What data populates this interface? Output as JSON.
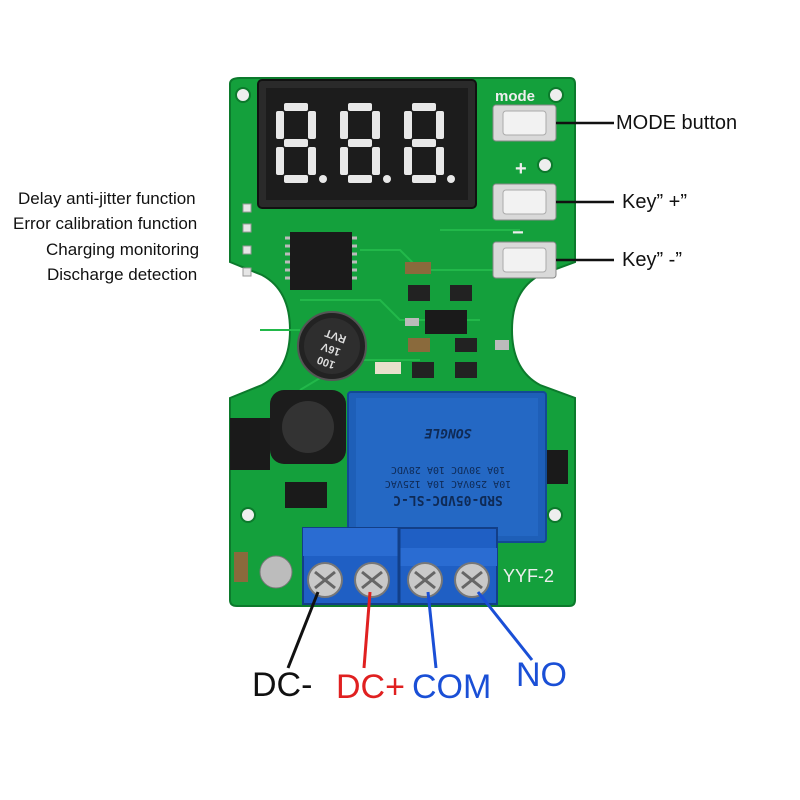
{
  "board": {
    "display_digits": [
      "8.",
      "8.",
      "8."
    ],
    "mode_silk": "mode",
    "plus_silk": "+",
    "minus_silk": "−",
    "model_silk": "YYF-2",
    "capacitor_text": [
      "100",
      "16V",
      "RVT"
    ],
    "relay_lines": [
      "SRD-05VDC-SL-C",
      "10A 250VAC 10A 125VAC",
      "10A 30VDC 10A 28VDC",
      "SONGLE"
    ]
  },
  "labels": {
    "left_functions": [
      "Delay anti-jitter function",
      "Error calibration function",
      "Charging monitoring",
      "Discharge detection"
    ],
    "mode_button": "MODE button",
    "key_plus": "Key”  +”",
    "key_minus": "Key”  -”"
  },
  "terminals": [
    {
      "label": "DC-",
      "color": "#111111"
    },
    {
      "label": "DC+",
      "color": "#e02020"
    },
    {
      "label": "COM",
      "color": "#1a4fd6"
    },
    {
      "label": "NO",
      "color": "#1a4fd6"
    }
  ],
  "colors": {
    "pcb": "#14a03c",
    "display": "#2a2a2a",
    "relay": "#1e5fb8",
    "terminal_block": "#1f5fc4",
    "segment_on": "#e8e8e8",
    "segment_off": "#5a5a5a"
  }
}
